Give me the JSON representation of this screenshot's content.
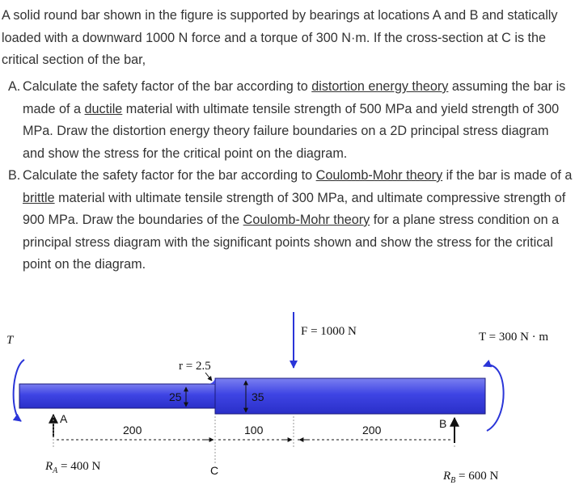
{
  "problem": {
    "intro": "A solid round bar shown in the figure is supported by bearings at locations A and B and statically loaded with a downward 1000 N force and a torque of 300 N·m. If the cross-section at C is the critical section of the bar,",
    "part_a": {
      "marker": "A.",
      "t1": "Calculate the safety factor of the bar according to ",
      "u1": "distortion energy theory",
      "t2": " assuming the bar is made of a ",
      "u2": "ductile",
      "t3": " material with ultimate tensile strength of 500 MPa and yield strength of 300 MPa. Draw the distortion energy theory failure boundaries on a 2D principal stress diagram and show the stress for the critical point on the diagram."
    },
    "part_b": {
      "marker": "B.",
      "t1": "Calculate the safety factor for the bar according to ",
      "u1": "Coulomb-Mohr theory",
      "t2": " if the bar is made of a ",
      "u2": "brittle",
      "t3": " material with ultimate tensile strength of 300 MPa, and ultimate compressive strength of 900 MPa. Draw the boundaries of the ",
      "u3": "Coulomb-Mohr theory",
      "t4": " for a plane stress condition on a principal stress diagram with the significant points shown and show the stress for the critical point on the diagram."
    }
  },
  "figure": {
    "torque_left": "T",
    "force": "F = 1000 N",
    "torque_right": "T = 300 N · m",
    "fillet": "r = 2.5",
    "dia_small": "25",
    "dia_large": "35",
    "support_a": "A",
    "support_b": "B",
    "len_1": "200",
    "len_2": "100",
    "len_3": "200",
    "reaction_a": "R",
    "reaction_a_sub": "A",
    "reaction_a_val": " = 400 N",
    "reaction_b": "R",
    "reaction_b_sub": "B",
    "reaction_b_val": " = 600 N",
    "section_c": "C"
  }
}
